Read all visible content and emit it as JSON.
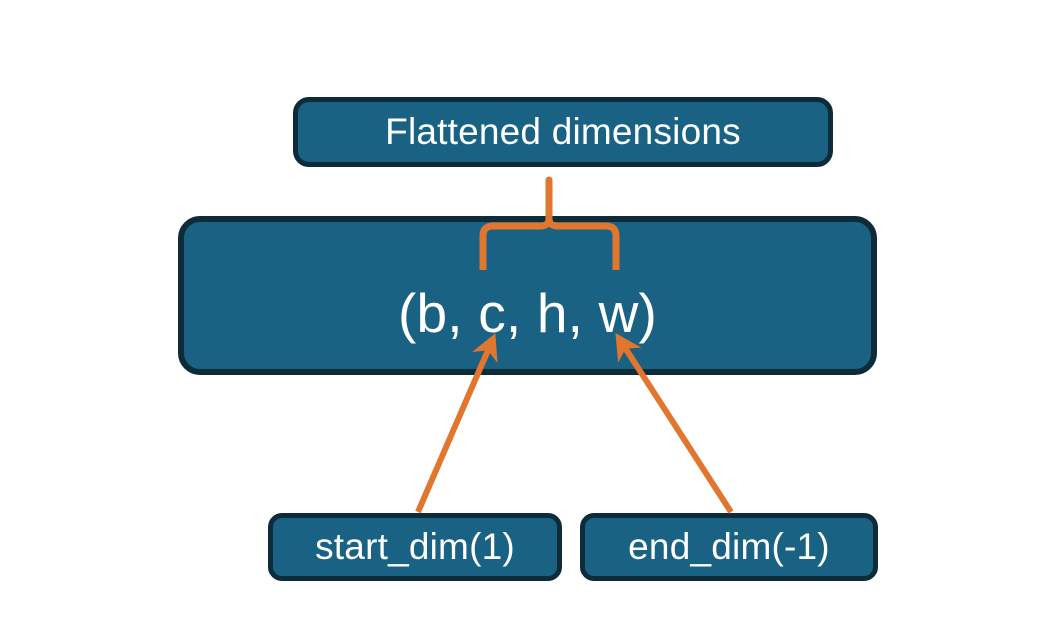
{
  "diagram": {
    "title": "Flatten dimensions diagram",
    "background_color": "#ffffff",
    "node_fill_color": "#1a6284",
    "node_border_color": "#0e2b3a",
    "node_text_color": "#ffffff",
    "connector_color": "#e1762f"
  },
  "nodes": {
    "flattened": {
      "label": "Flattened dimensions",
      "name": "flattened-dimensions-box"
    },
    "shape": {
      "label": "(b, c, h, w)",
      "name": "tensor-shape-box"
    },
    "start_dim": {
      "label": "start_dim(1)",
      "name": "start-dim-box"
    },
    "end_dim": {
      "label": "end_dim(-1)",
      "name": "end-dim-box"
    }
  },
  "connectors": [
    {
      "name": "brace-flattened-to-shape",
      "kind": "curly-brace",
      "from": "shape.c-through-w",
      "to": "flattened",
      "color": "#e1762f"
    },
    {
      "name": "arrow-start-dim-to-c",
      "kind": "arrow",
      "from": "start_dim",
      "to": "shape.c",
      "color": "#e1762f"
    },
    {
      "name": "arrow-end-dim-to-w",
      "kind": "arrow",
      "from": "end_dim",
      "to": "shape.w",
      "color": "#e1762f"
    }
  ]
}
